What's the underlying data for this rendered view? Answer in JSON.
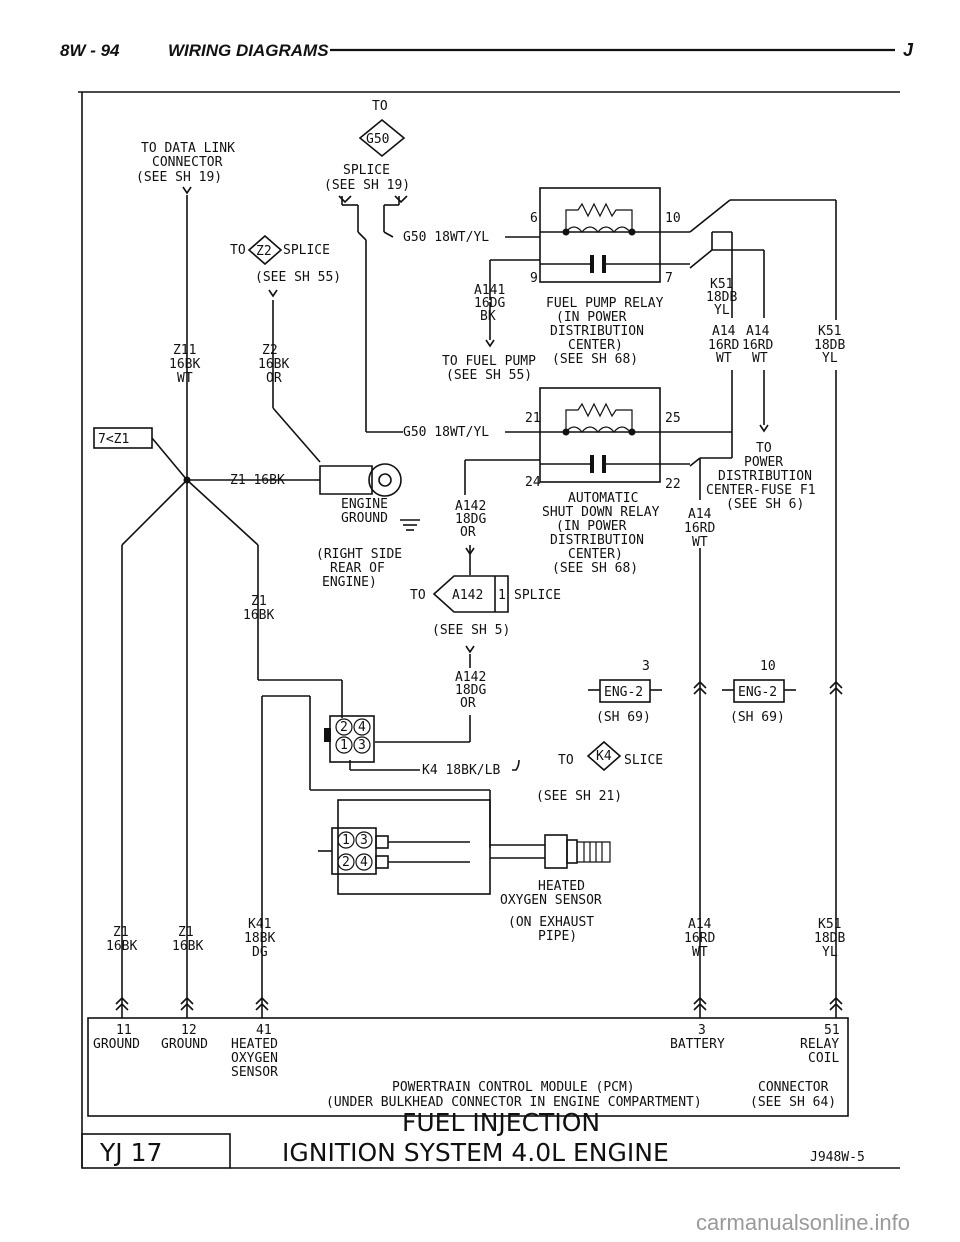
{
  "header": {
    "page": "8W - 94",
    "title": "WIRING DIAGRAMS",
    "letter": "J"
  },
  "top_to": "TO",
  "g50": {
    "id": "G50",
    "line1": "SPLICE",
    "line2": "(SEE SH 19)"
  },
  "data_link": {
    "line1": "TO DATA LINK",
    "line2": "CONNECTOR",
    "line3": "(SEE SH 19)"
  },
  "z2_splice": {
    "to": "TO",
    "id": "Z2",
    "word": "SPLICE",
    "see": "(SEE SH 55)"
  },
  "wire_g50_top": "G50 18WT/YL",
  "wire_g50_mid": "G50 18WT/YL",
  "fuel_pump_relay": {
    "pin_top_left": "6",
    "pin_top_right": "10",
    "pin_bottom_left": "9",
    "pin_bottom_right": "7",
    "lines": [
      "FUEL PUMP RELAY",
      "(IN POWER",
      "DISTRIBUTION",
      "CENTER)",
      "(SEE SH 68)"
    ]
  },
  "asd_relay": {
    "pin_top_left": "21",
    "pin_top_right": "25",
    "pin_bottom_left": "24",
    "pin_bottom_right": "22",
    "lines": [
      "AUTOMATIC",
      "SHUT DOWN RELAY",
      "(IN POWER",
      "DISTRIBUTION",
      "CENTER)",
      "(SEE SH 68)"
    ]
  },
  "a141": {
    "code": "A141",
    "gauge": "16DG",
    "color": "BK"
  },
  "to_fuel_pump": {
    "line1": "TO FUEL PUMP",
    "line2": "(SEE SH 55)"
  },
  "k51_upper": {
    "code": "K51",
    "gauge": "18DB",
    "color": "YL"
  },
  "a14_left": {
    "code": "A14",
    "gauge": "16RD",
    "color": "WT"
  },
  "a14_right": {
    "code": "A14",
    "gauge": "16RD",
    "color": "WT"
  },
  "k51_right": {
    "code": "K51",
    "gauge": "18DB",
    "color": "YL"
  },
  "to_pdc": {
    "lines": [
      "TO",
      "POWER",
      "DISTRIBUTION",
      "CENTER-FUSE F1",
      "(SEE SH 6)"
    ]
  },
  "z11": {
    "code": "Z11",
    "gauge": "16BK",
    "color": "WT"
  },
  "z2": {
    "code": "Z2",
    "gauge": "16BK",
    "color": "OR"
  },
  "splice_7z1": "7<Z1",
  "wire_z1_ground": "Z1 16BK",
  "engine_ground": {
    "line1": "ENGINE",
    "line2": "GROUND"
  },
  "right_side": {
    "line1": "(RIGHT SIDE",
    "line2": "REAR OF",
    "line3": "ENGINE)"
  },
  "a142_upper": {
    "code": "A142",
    "gauge": "18DG",
    "color": "OR"
  },
  "a14_asd": {
    "code": "A14",
    "gauge": "16RD",
    "color": "WT"
  },
  "a142_splice": {
    "to": "TO",
    "id": "A142",
    "num": "1",
    "word": "SPLICE",
    "see": "(SEE SH 5)"
  },
  "z1_mid": {
    "code": "Z1",
    "gauge": "16BK"
  },
  "a142_lower": {
    "code": "A142",
    "gauge": "18DG",
    "color": "OR"
  },
  "eng2_left": {
    "pin": "3",
    "id": "ENG-2",
    "see": "(SH 69)"
  },
  "eng2_right": {
    "pin": "10",
    "id": "ENG-2",
    "see": "(SH 69)"
  },
  "connector_pins": [
    "2",
    "4",
    "1",
    "3"
  ],
  "sensor_pins": [
    "1",
    "3",
    "2",
    "4"
  ],
  "k4": {
    "wire": "K4 18BK/LB",
    "to": "TO",
    "id": "K4",
    "word": "SLICE",
    "see": "(SEE SH 21)"
  },
  "oxygen_sensor": {
    "lines": [
      "HEATED",
      "OXYGEN SENSOR",
      "(ON EXHAUST",
      "PIPE)"
    ]
  },
  "z1_a": {
    "code": "Z1",
    "gauge": "16BK"
  },
  "z1_b": {
    "code": "Z1",
    "gauge": "16BK"
  },
  "k41": {
    "code": "K41",
    "gauge": "18BK",
    "color": "DG"
  },
  "a14_bottom": {
    "code": "A14",
    "gauge": "16RD",
    "color": "WT"
  },
  "k51_bottom": {
    "code": "K51",
    "gauge": "18DB",
    "color": "YL"
  },
  "pcm_pins": [
    {
      "num": "11",
      "lines": [
        "GROUND"
      ]
    },
    {
      "num": "12",
      "lines": [
        "GROUND"
      ]
    },
    {
      "num": "41",
      "lines": [
        "HEATED",
        "OXYGEN",
        "SENSOR"
      ]
    },
    {
      "num": "3",
      "lines": [
        "BATTERY"
      ]
    },
    {
      "num": "51",
      "lines": [
        "RELAY",
        "COIL"
      ]
    }
  ],
  "pcm": {
    "line1": "POWERTRAIN CONTROL MODULE (PCM)",
    "line2": "(UNDER BULKHEAD CONNECTOR IN ENGINE COMPARTMENT)"
  },
  "pcm_connector": {
    "line1": "CONNECTOR",
    "line2": "(SEE SH 64)"
  },
  "footer": {
    "model": "YJ 17",
    "title1": "FUEL INJECTION",
    "title2": "IGNITION SYSTEM 4.0L ENGINE",
    "code": "J948W-5"
  },
  "watermark": "carmanualsonline.info"
}
